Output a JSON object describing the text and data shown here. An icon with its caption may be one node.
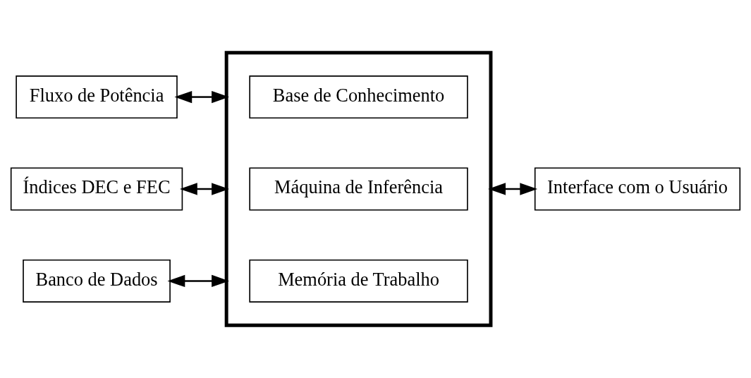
{
  "diagram": {
    "nodes": [
      {
        "text": [
          "Fluxo de Potência"
        ]
      },
      {
        "text": [
          "Índices DEC e FEC"
        ]
      },
      {
        "text": [
          "Banco de Dados"
        ]
      },
      {
        "text": [],
        "shape": "box"
      },
      {
        "text": [
          "Base de Conhecimento"
        ],
        "in": 3
      },
      {
        "text": [
          "Máquina de Inferência"
        ],
        "in": 3
      },
      {
        "text": [
          "Memória de Trabalho"
        ],
        "in": 3
      },
      {
        "text": [
          "Interface com o Usuário"
        ]
      }
    ],
    "edges": [
      {
        "from": 0,
        "to": 3,
        "arrow": "both"
      },
      {
        "from": 1,
        "to": 3,
        "arrow": "both"
      },
      {
        "from": 2,
        "to": 3,
        "arrow": "both"
      },
      {
        "from": 3,
        "to": 7,
        "arrow": "both"
      }
    ]
  }
}
